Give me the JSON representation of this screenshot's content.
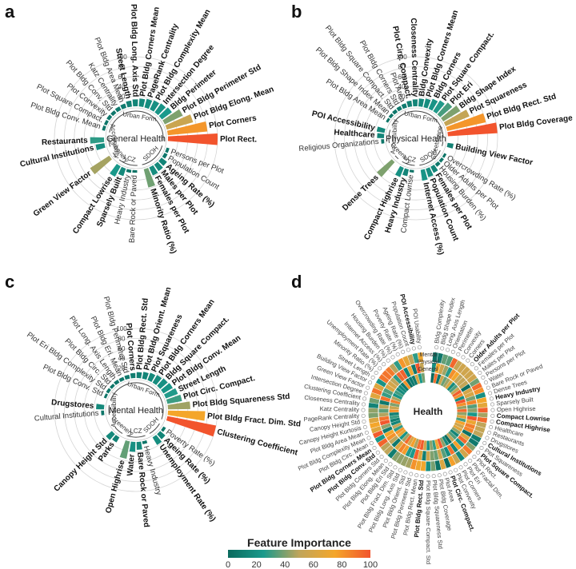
{
  "colorbar": {
    "title": "Feature Importance",
    "ticks": [
      0,
      20,
      40,
      60,
      80,
      100
    ],
    "stops": [
      "#0b6a5e",
      "#1a9a8c",
      "#c0a55a",
      "#f4a62a",
      "#f2542d"
    ]
  },
  "chart_data": [
    {
      "type": "circular-bar",
      "panel": "a",
      "title": "General Health",
      "axis_ticks": [
        20,
        40,
        60,
        80,
        100
      ],
      "groups": [
        "Accessibility",
        "Urban Form",
        "SDOH",
        "LCZ",
        "Greenery"
      ],
      "features": [
        {
          "group": "Accessibility",
          "name": "Cultural Institutions",
          "value": 18,
          "bold": true
        },
        {
          "group": "Accessibility",
          "name": "Restaurants",
          "value": 28,
          "bold": true
        },
        {
          "group": "Urban Form",
          "name": "Plot Bldg Conv. Mean",
          "value": 6,
          "bold": false
        },
        {
          "group": "Urban Form",
          "name": "Plot Square Compact.",
          "value": 6,
          "bold": false
        },
        {
          "group": "Urban Form",
          "name": "Plot Convexity",
          "value": 7,
          "bold": false
        },
        {
          "group": "Urban Form",
          "name": "Plot Bldg Conv. Std",
          "value": 7,
          "bold": false
        },
        {
          "group": "Urban Form",
          "name": "Katz Centrality",
          "value": 8,
          "bold": false
        },
        {
          "group": "Urban Form",
          "name": "Plot Bldg Area Mean",
          "value": 9,
          "bold": false
        },
        {
          "group": "Urban Form",
          "name": "Street Length",
          "value": 12,
          "bold": true
        },
        {
          "group": "Urban Form",
          "name": "Plot Bldg Long. Axis Std",
          "value": 14,
          "bold": true
        },
        {
          "group": "Urban Form",
          "name": "Plot Bldg Corners Mean",
          "value": 16,
          "bold": true
        },
        {
          "group": "Urban Form",
          "name": "PageRank Centrality",
          "value": 18,
          "bold": true
        },
        {
          "group": "Urban Form",
          "name": "Plot Bldg Complexity Mean",
          "value": 20,
          "bold": true
        },
        {
          "group": "Urban Form",
          "name": "Intersection Degree",
          "value": 22,
          "bold": true
        },
        {
          "group": "Urban Form",
          "name": "Bldg Perimeter",
          "value": 25,
          "bold": true
        },
        {
          "group": "Urban Form",
          "name": "Plot Bldg Perimeter Std",
          "value": 40,
          "bold": true
        },
        {
          "group": "Urban Form",
          "name": "Plot Bldg Elong. Mean",
          "value": 55,
          "bold": true
        },
        {
          "group": "Urban Form",
          "name": "Plot Corners",
          "value": 80,
          "bold": true
        },
        {
          "group": "Urban Form",
          "name": "Plot Rect.",
          "value": 100,
          "bold": true
        },
        {
          "group": "SDOH",
          "name": "Persons per Plot",
          "value": 6,
          "bold": false
        },
        {
          "group": "SDOH",
          "name": "Population Count",
          "value": 7,
          "bold": false
        },
        {
          "group": "SDOH",
          "name": "Ageing Rate (%)",
          "value": 14,
          "bold": true
        },
        {
          "group": "SDOH",
          "name": "Males per Plot",
          "value": 16,
          "bold": true
        },
        {
          "group": "SDOH",
          "name": "Females per Plot",
          "value": 18,
          "bold": true
        },
        {
          "group": "SDOH",
          "name": "Minority Ratio (%)",
          "value": 38,
          "bold": true
        },
        {
          "group": "LCZ",
          "name": "Bare Rock or Paved",
          "value": 5,
          "bold": false
        },
        {
          "group": "LCZ",
          "name": "Heavy Industry",
          "value": 6,
          "bold": false
        },
        {
          "group": "LCZ",
          "name": "Sparsely Built",
          "value": 16,
          "bold": true
        },
        {
          "group": "LCZ",
          "name": "Compact Lowrise",
          "value": 24,
          "bold": true
        },
        {
          "group": "Greenery",
          "name": "Green View Factor",
          "value": 46,
          "bold": true
        }
      ]
    },
    {
      "type": "circular-bar",
      "panel": "b",
      "title": "Physical Health",
      "axis_ticks": [
        20,
        40,
        60,
        80,
        100
      ],
      "groups": [
        "Accessibility",
        "Urban Form",
        "Streetscape",
        "SDOH",
        "LCZ",
        "Greenery"
      ],
      "features": [
        {
          "group": "Accessibility",
          "name": "Religious Organizations",
          "value": 6,
          "bold": false
        },
        {
          "group": "Accessibility",
          "name": "Healthcare",
          "value": 14,
          "bold": true
        },
        {
          "group": "Accessibility",
          "name": "POI Accessibility",
          "value": 16,
          "bold": true
        },
        {
          "group": "Urban Form",
          "name": "Plot Bldg Area Mean",
          "value": 5,
          "bold": false
        },
        {
          "group": "Urban Form",
          "name": "Plot Bldg Shape Index Mean",
          "value": 6,
          "bold": false
        },
        {
          "group": "Urban Form",
          "name": "Plot Bldg Square Compact. Std",
          "value": 7,
          "bold": false
        },
        {
          "group": "Urban Form",
          "name": "Plot Bldg Corners Std",
          "value": 8,
          "bold": false
        },
        {
          "group": "Urban Form",
          "name": "Plot Area",
          "value": 9,
          "bold": false
        },
        {
          "group": "Urban Form",
          "name": "Plot Circ. Compact.",
          "value": 12,
          "bold": true
        },
        {
          "group": "Urban Form",
          "name": "Closeness Centrality",
          "value": 14,
          "bold": true
        },
        {
          "group": "Urban Form",
          "name": "Bldg Convexity",
          "value": 16,
          "bold": true
        },
        {
          "group": "Urban Form",
          "name": "Plot Bldg Corners Mean",
          "value": 18,
          "bold": true
        },
        {
          "group": "Urban Form",
          "name": "Bldg Corners",
          "value": 22,
          "bold": true
        },
        {
          "group": "Urban Form",
          "name": "Plot Square Compact.",
          "value": 26,
          "bold": true
        },
        {
          "group": "Urban Form",
          "name": "Plot Eri",
          "value": 32,
          "bold": true
        },
        {
          "group": "Urban Form",
          "name": "Bldg Shape Index",
          "value": 40,
          "bold": true
        },
        {
          "group": "Urban Form",
          "name": "Plot Squareness",
          "value": 52,
          "bold": true
        },
        {
          "group": "Urban Form",
          "name": "Plot Bldg Rect. Std",
          "value": 80,
          "bold": true
        },
        {
          "group": "Urban Form",
          "name": "Plot Bldg Coverage",
          "value": 100,
          "bold": true
        },
        {
          "group": "Streetscape",
          "name": "Building View Factor",
          "value": 12,
          "bold": true
        },
        {
          "group": "SDOH",
          "name": "Overcrowding Rate (%)",
          "value": 5,
          "bold": false
        },
        {
          "group": "SDOH",
          "name": "Older Adults per Plot",
          "value": 6,
          "bold": false
        },
        {
          "group": "SDOH",
          "name": "Housing Burden (%)",
          "value": 7,
          "bold": false
        },
        {
          "group": "SDOH",
          "name": "Females per Plot",
          "value": 14,
          "bold": true
        },
        {
          "group": "SDOH",
          "name": "Population Count",
          "value": 18,
          "bold": true
        },
        {
          "group": "SDOH",
          "name": "Internet Access (%)",
          "value": 22,
          "bold": true
        },
        {
          "group": "LCZ",
          "name": "Compact Lowrise",
          "value": 5,
          "bold": false
        },
        {
          "group": "LCZ",
          "name": "Heavy Industry",
          "value": 14,
          "bold": true
        },
        {
          "group": "LCZ",
          "name": "Compact Highrise",
          "value": 20,
          "bold": true
        },
        {
          "group": "Greenery",
          "name": "Dense Trees",
          "value": 40,
          "bold": true
        }
      ]
    },
    {
      "type": "circular-bar",
      "panel": "c",
      "title": "Mental Health",
      "axis_ticks": [
        20,
        40,
        60,
        80,
        100
      ],
      "groups": [
        "Accessibility",
        "Urban Form",
        "SDOH",
        "LCZ",
        "Greenery"
      ],
      "features": [
        {
          "group": "Accessibility",
          "name": "Cultural Institutions",
          "value": 6,
          "bold": false
        },
        {
          "group": "Accessibility",
          "name": "Drugstores",
          "value": 16,
          "bold": true
        },
        {
          "group": "Urban Form",
          "name": "Plot Bldg Conv. Std",
          "value": 5,
          "bold": false
        },
        {
          "group": "Urban Form",
          "name": "Plot Eri Bldg Complexity Std",
          "value": 6,
          "bold": false
        },
        {
          "group": "Urban Form",
          "name": "Plot Bldg Circ. Std",
          "value": 6,
          "bold": false
        },
        {
          "group": "Urban Form",
          "name": "Plot Long. Axis Length",
          "value": 7,
          "bold": false
        },
        {
          "group": "Urban Form",
          "name": "Plot Bldg Eri. Mean",
          "value": 7,
          "bold": false
        },
        {
          "group": "Urban Form",
          "name": "Plot Bldg Perimeter Std",
          "value": 8,
          "bold": false
        },
        {
          "group": "Urban Form",
          "name": "Plot Corners",
          "value": 10,
          "bold": true
        },
        {
          "group": "Urban Form",
          "name": "Plot Bldg Rect. Std",
          "value": 12,
          "bold": true
        },
        {
          "group": "Urban Form",
          "name": "Plot Bldg Orient. Mean",
          "value": 14,
          "bold": true
        },
        {
          "group": "Urban Form",
          "name": "Plot Squareness",
          "value": 16,
          "bold": true
        },
        {
          "group": "Urban Form",
          "name": "Plot Bldg Corners Mean",
          "value": 18,
          "bold": true
        },
        {
          "group": "Urban Form",
          "name": "Bldg Square Compact.",
          "value": 20,
          "bold": true
        },
        {
          "group": "Urban Form",
          "name": "Plot Bldg Conv. Mean",
          "value": 22,
          "bold": true
        },
        {
          "group": "Urban Form",
          "name": "Street Length",
          "value": 26,
          "bold": true
        },
        {
          "group": "Urban Form",
          "name": "Plot Circ. Compact.",
          "value": 30,
          "bold": true
        },
        {
          "group": "Urban Form",
          "name": "Plot Bldg Squareness Std",
          "value": 45,
          "bold": true
        },
        {
          "group": "Urban Form",
          "name": "Plot Bldg Fract. Dim. Std",
          "value": 75,
          "bold": true
        },
        {
          "group": "Urban Form",
          "name": "Clustering Coefficient",
          "value": 100,
          "bold": true
        },
        {
          "group": "SDOH",
          "name": "Poverty Rate (%)",
          "value": 6,
          "bold": false
        },
        {
          "group": "SDOH",
          "name": "Ageing Rate (%)",
          "value": 14,
          "bold": true
        },
        {
          "group": "SDOH",
          "name": "Unemployment Rate (%)",
          "value": 18,
          "bold": true
        },
        {
          "group": "LCZ",
          "name": "Heavy Industry",
          "value": 6,
          "bold": false
        },
        {
          "group": "LCZ",
          "name": "Bare Rock or Paved",
          "value": 16,
          "bold": true
        },
        {
          "group": "LCZ",
          "name": "Water",
          "value": 20,
          "bold": true
        },
        {
          "group": "LCZ",
          "name": "Open Highrise",
          "value": 36,
          "bold": true
        },
        {
          "group": "Greenery",
          "name": "Parks",
          "value": 12,
          "bold": true
        },
        {
          "group": "Greenery",
          "name": "Canopy Height Std",
          "value": 16,
          "bold": true
        }
      ]
    },
    {
      "type": "circular-heatmap",
      "panel": "d",
      "title": "Health",
      "ring_labels": [
        "Mental",
        "Physical",
        "General"
      ],
      "features": [
        {
          "name": "Bldg Complexity",
          "bold": false
        },
        {
          "name": "Bldg Shape Index",
          "bold": false
        },
        {
          "name": "Long. Axis Length",
          "bold": false
        },
        {
          "name": "Orientation",
          "bold": false
        },
        {
          "name": "Perimeter",
          "bold": false
        },
        {
          "name": "Convexity",
          "bold": false
        },
        {
          "name": "Corners",
          "bold": false
        },
        {
          "name": "Older Adults per Plot",
          "bold": true
        },
        {
          "name": "Females per Plot",
          "bold": false
        },
        {
          "name": "Males per Plot",
          "bold": false
        },
        {
          "name": "Persons per Plot",
          "bold": false
        },
        {
          "name": "Water",
          "bold": false
        },
        {
          "name": "Bare Rock or Paved",
          "bold": false
        },
        {
          "name": "Dense Trees",
          "bold": false
        },
        {
          "name": "Heavy Industry",
          "bold": true
        },
        {
          "name": "Sparsely Built",
          "bold": false
        },
        {
          "name": "Open Highrise",
          "bold": false
        },
        {
          "name": "Compact Lowrise",
          "bold": true
        },
        {
          "name": "Compact Highrise",
          "bold": true
        },
        {
          "name": "Healthcare",
          "bold": false
        },
        {
          "name": "Restaurants",
          "bold": false
        },
        {
          "name": "Drugstores",
          "bold": false
        },
        {
          "name": "Cultural Institutions",
          "bold": true
        },
        {
          "name": "Plot Squareness",
          "bold": false
        },
        {
          "name": "Plot Square Compact.",
          "bold": true
        },
        {
          "name": "Plot Rect.",
          "bold": false
        },
        {
          "name": "Plot Fractal Dim.",
          "bold": false
        },
        {
          "name": "Plot Eri",
          "bold": false
        },
        {
          "name": "Plot Corners",
          "bold": false
        },
        {
          "name": "Plot Convexity",
          "bold": false
        },
        {
          "name": "Plot Circ. Compact.",
          "bold": true
        },
        {
          "name": "Plot Area",
          "bold": false
        },
        {
          "name": "Plot Bldg Coverage",
          "bold": false
        },
        {
          "name": "Plot Bldg Squareness Std",
          "bold": false
        },
        {
          "name": "Plot Bldg Square Compact. Std",
          "bold": false
        },
        {
          "name": "Plot Bldg Rect. Std",
          "bold": true
        },
        {
          "name": "Plot Bldg Rect. Mean",
          "bold": false
        },
        {
          "name": "Plot Bldg Perimeter Std",
          "bold": false
        },
        {
          "name": "Plot Bldg Orient. Std",
          "bold": false
        },
        {
          "name": "Plot Bldg Long. Axis Std",
          "bold": false
        },
        {
          "name": "Plot Bldg Fract. Dim. Std",
          "bold": false
        },
        {
          "name": "Plot Bldg Eri Std",
          "bold": false
        },
        {
          "name": "Plot Bldg Elong. Mean",
          "bold": false
        },
        {
          "name": "Plot Bldg Corners Std",
          "bold": false
        },
        {
          "name": "Plot Bldg Conv. Std",
          "bold": true
        },
        {
          "name": "Plot Bldg Corners Mean",
          "bold": true
        },
        {
          "name": "Plot Bldg Circ. Mean",
          "bold": false
        },
        {
          "name": "Plot Bldg Complexity Mean",
          "bold": false
        },
        {
          "name": "Plot Bldg Area Mean",
          "bold": false
        },
        {
          "name": "Canopy Height Kurtosis",
          "bold": false
        },
        {
          "name": "Canopy Height Std",
          "bold": false
        },
        {
          "name": "PageRank Centrality",
          "bold": false
        },
        {
          "name": "Katz Centrality",
          "bold": false
        },
        {
          "name": "Closeness Centrality",
          "bold": false
        },
        {
          "name": "Clustering Coefficient",
          "bold": false
        },
        {
          "name": "Intersection Degree",
          "bold": false
        },
        {
          "name": "Green View Factor",
          "bold": false
        },
        {
          "name": "Building View Factor",
          "bold": false
        },
        {
          "name": "Street Length",
          "bold": false
        },
        {
          "name": "Minority Ratio (%)",
          "bold": false
        },
        {
          "name": "Unemployment Rate (%)",
          "bold": false
        },
        {
          "name": "Internet Access (%)",
          "bold": false
        },
        {
          "name": "Housing Burden (%)",
          "bold": false
        },
        {
          "name": "Overcrowding Rate (%)",
          "bold": false
        },
        {
          "name": "Poverty Rate (%)",
          "bold": false
        },
        {
          "name": "Ageing Rate (%)",
          "bold": false
        },
        {
          "name": "Population Count",
          "bold": false
        },
        {
          "name": "POI Accessibility",
          "bold": true
        },
        {
          "name": "POI Usability",
          "bold": false
        }
      ]
    }
  ]
}
